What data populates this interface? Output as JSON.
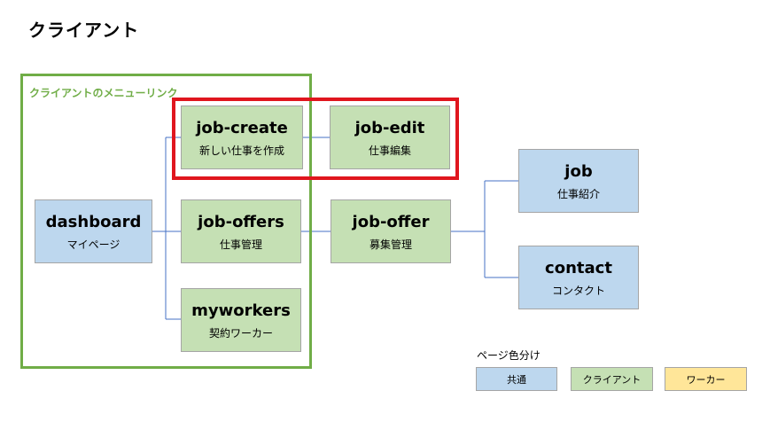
{
  "title": "クライアント",
  "client_menu_label": "クライアントのメニューリンク",
  "nodes": {
    "dashboard": {
      "name": "dashboard",
      "sub": "マイページ"
    },
    "job_create": {
      "name": "job-create",
      "sub": "新しい仕事を作成"
    },
    "job_edit": {
      "name": "job-edit",
      "sub": "仕事編集"
    },
    "job_offers": {
      "name": "job-offers",
      "sub": "仕事管理"
    },
    "myworkers": {
      "name": "myworkers",
      "sub": "契約ワーカー"
    },
    "job_offer": {
      "name": "job-offer",
      "sub": "募集管理"
    },
    "job": {
      "name": "job",
      "sub": "仕事紹介"
    },
    "contact": {
      "name": "contact",
      "sub": "コンタクト"
    }
  },
  "legend": {
    "title": "ページ色分け",
    "common": "共通",
    "client": "クライアント",
    "worker": "ワーカー"
  },
  "colors": {
    "common": "#bdd7ee",
    "client": "#c5e0b4",
    "worker": "#ffe699",
    "client_frame": "#70ad47",
    "highlight": "#e0161e",
    "connector": "#4472c4"
  }
}
